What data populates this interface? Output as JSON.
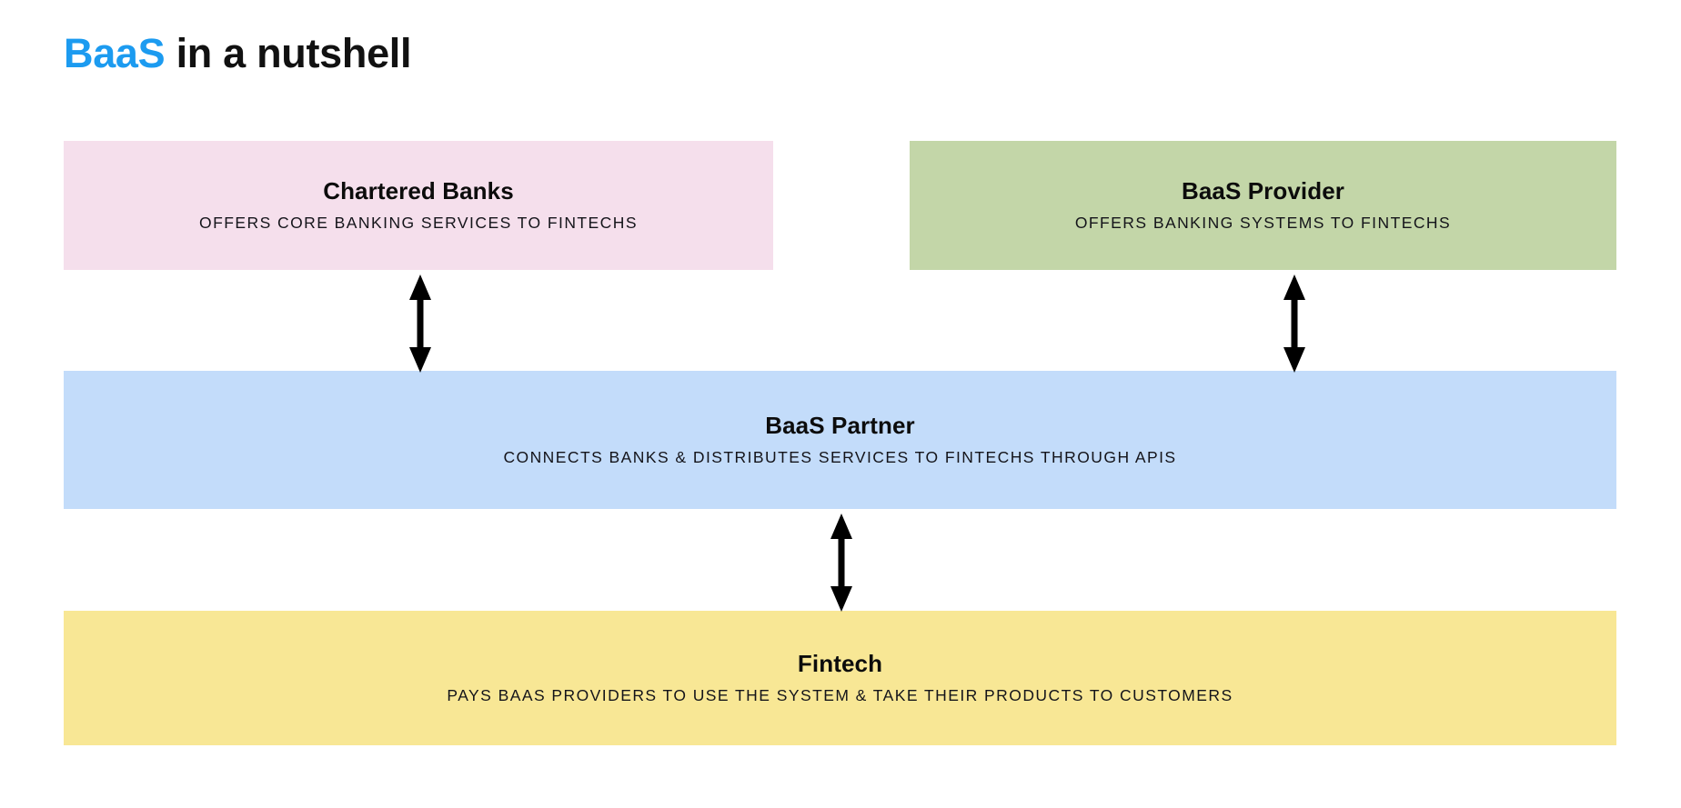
{
  "title": {
    "accent_text": "BaaS",
    "rest_text": " in a nutshell",
    "accent_color": "#1c9bf0"
  },
  "diagram": {
    "type": "layered-flow",
    "nodes": [
      {
        "id": "chartered-banks",
        "title": "Chartered Banks",
        "subtitle": "OFFERS CORE BANKING SERVICES TO FINTECHS",
        "color": "#f5dfec",
        "row": 1,
        "column": "left"
      },
      {
        "id": "baas-provider",
        "title": "BaaS Provider",
        "subtitle": "OFFERS BANKING SYSTEMS TO FINTECHS",
        "color": "#c3d6a8",
        "row": 1,
        "column": "right"
      },
      {
        "id": "baas-partner",
        "title": "BaaS Partner",
        "subtitle": "CONNECTS BANKS & DISTRIBUTES SERVICES TO FINTECHS THROUGH APIS",
        "color": "#c3dcfa",
        "row": 2,
        "column": "full"
      },
      {
        "id": "fintech",
        "title": "Fintech",
        "subtitle": "PAYS BAAS PROVIDERS TO USE THE SYSTEM & TAKE THEIR PRODUCTS TO CUSTOMERS",
        "color": "#f8e795",
        "row": 3,
        "column": "full"
      }
    ],
    "connectors": [
      {
        "id": "banks-partner",
        "from": "chartered-banks",
        "to": "baas-partner",
        "style": "double-headed-arrow",
        "color": "#000000"
      },
      {
        "id": "provider-partner",
        "from": "baas-provider",
        "to": "baas-partner",
        "style": "double-headed-arrow",
        "color": "#000000"
      },
      {
        "id": "partner-fintech",
        "from": "baas-partner",
        "to": "fintech",
        "style": "double-headed-arrow",
        "color": "#000000"
      }
    ]
  }
}
